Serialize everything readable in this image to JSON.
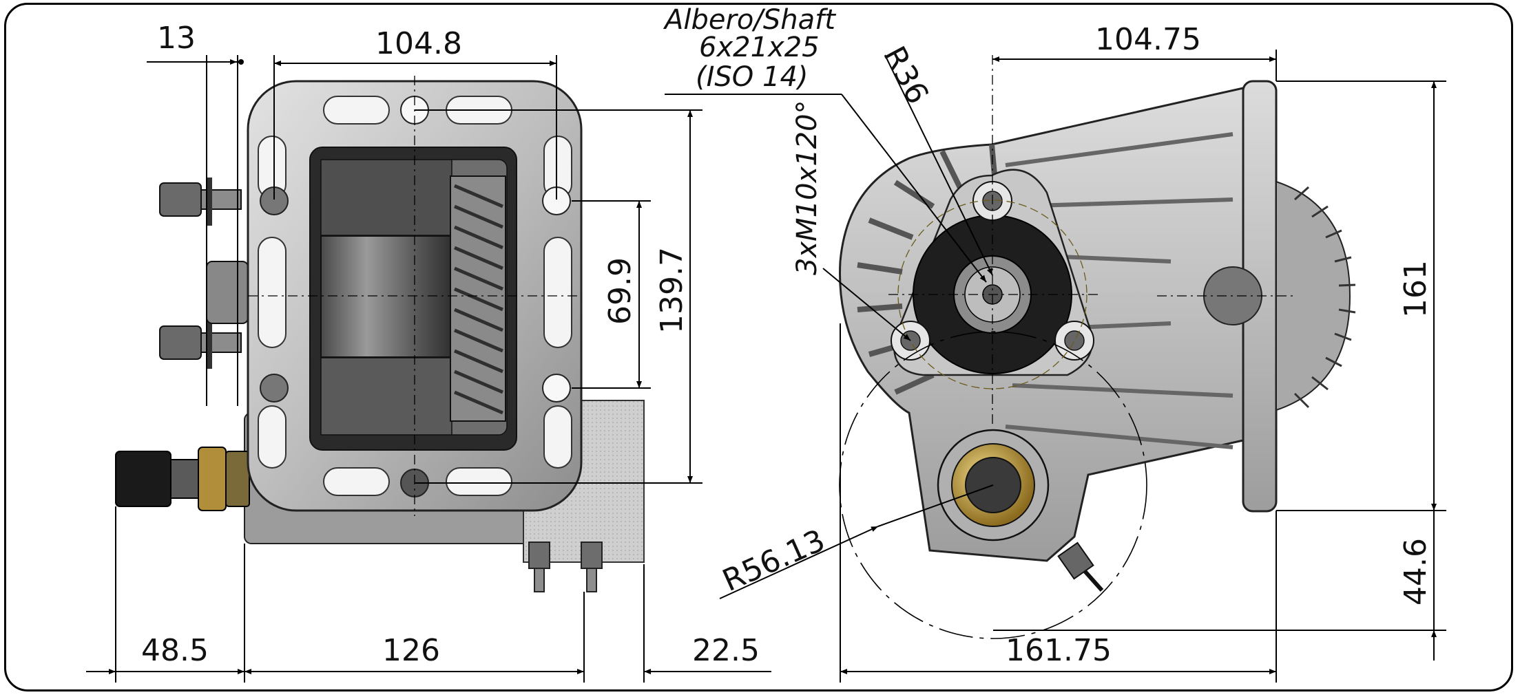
{
  "dimensions": {
    "left_top_13": "13",
    "left_top_104_8": "104.8",
    "left_69_9": "69.9",
    "left_139_7": "139.7",
    "bottom_48_5": "48.5",
    "bottom_126": "126",
    "bottom_22_5": "22.5",
    "right_top_104_75": "104.75",
    "right_r36": "R36",
    "right_bolts": "3xM10x120°",
    "right_r56_13": "R56.13",
    "right_161": "161",
    "right_44_6": "44.6",
    "right_bottom_161_75": "161.75"
  },
  "shaft_callout": {
    "line1": "Albero/Shaft",
    "line2": "6x21x25",
    "line3": "(ISO 14)"
  },
  "colors": {
    "housing": "#c9c9c9",
    "housing_dark": "#8a8a8a",
    "face_dark": "#1e1e1e",
    "brass": "#c8a64a",
    "line": "#000000"
  }
}
